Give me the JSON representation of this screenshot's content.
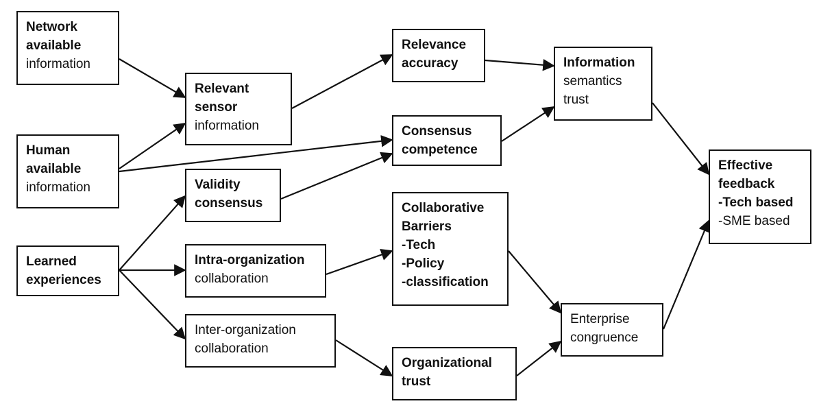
{
  "nodes": {
    "network_info": {
      "lines": [
        {
          "text": "Network",
          "bold": true
        },
        {
          "text": "available",
          "bold": true
        },
        {
          "text": "information",
          "bold": false
        }
      ]
    },
    "human_info": {
      "lines": [
        {
          "text": "Human",
          "bold": true
        },
        {
          "text": "available",
          "bold": true
        },
        {
          "text": "information",
          "bold": false
        }
      ]
    },
    "learned_exp": {
      "lines": [
        {
          "text": "Learned",
          "bold": true
        },
        {
          "text": "experiences",
          "bold": true
        }
      ]
    },
    "relevant_sensor": {
      "lines": [
        {
          "text": "Relevant",
          "bold": true
        },
        {
          "text": "sensor",
          "bold": true
        },
        {
          "text": "information",
          "bold": false
        }
      ]
    },
    "validity": {
      "lines": [
        {
          "text": "Validity",
          "bold": true
        },
        {
          "text": "consensus",
          "bold": true
        }
      ]
    },
    "intra_org": {
      "lines": [
        {
          "text": "Intra-organization",
          "bold": true
        },
        {
          "text": "collaboration",
          "bold": false
        }
      ]
    },
    "inter_org": {
      "lines": [
        {
          "text": "Inter-organization",
          "bold": false
        },
        {
          "text": "collaboration",
          "bold": false
        }
      ]
    },
    "relevance_acc": {
      "lines": [
        {
          "text": "Relevance",
          "bold": true
        },
        {
          "text": "accuracy",
          "bold": true
        }
      ]
    },
    "consensus_comp": {
      "lines": [
        {
          "text": "Consensus",
          "bold": true
        },
        {
          "text": "competence",
          "bold": true
        }
      ]
    },
    "collab_barriers": {
      "lines": [
        {
          "text": "Collaborative",
          "bold": true
        },
        {
          "text": "Barriers",
          "bold": true
        },
        {
          "text": "-Tech",
          "bold": true
        },
        {
          "text": "-Policy",
          "bold": true
        },
        {
          "text": "-classification",
          "bold": true
        }
      ]
    },
    "org_trust": {
      "lines": [
        {
          "text": "Organizational",
          "bold": true
        },
        {
          "text": "trust",
          "bold": true
        }
      ]
    },
    "info_semantics": {
      "lines": [
        {
          "text": "Information",
          "bold": true
        },
        {
          "text": "semantics",
          "bold": false
        },
        {
          "text": "trust",
          "bold": false
        }
      ]
    },
    "enterprise": {
      "lines": [
        {
          "text": "Enterprise",
          "bold": false
        },
        {
          "text": "congruence",
          "bold": false
        }
      ]
    },
    "effective": {
      "lines": [
        {
          "text": "Effective",
          "bold": true
        },
        {
          "text": "feedback",
          "bold": true
        },
        {
          "text": "-Tech based",
          "bold": true
        },
        {
          "text": "-SME based",
          "bold": false
        }
      ]
    }
  },
  "edges": [
    [
      "network_info",
      "relevant_sensor"
    ],
    [
      "human_info",
      "relevant_sensor"
    ],
    [
      "human_info",
      "consensus_comp"
    ],
    [
      "learned_exp",
      "validity"
    ],
    [
      "learned_exp",
      "intra_org"
    ],
    [
      "learned_exp",
      "inter_org"
    ],
    [
      "relevant_sensor",
      "relevance_acc"
    ],
    [
      "validity",
      "consensus_comp"
    ],
    [
      "intra_org",
      "collab_barriers"
    ],
    [
      "inter_org",
      "org_trust"
    ],
    [
      "relevance_acc",
      "info_semantics"
    ],
    [
      "consensus_comp",
      "info_semantics"
    ],
    [
      "collab_barriers",
      "enterprise"
    ],
    [
      "org_trust",
      "enterprise"
    ],
    [
      "info_semantics",
      "effective"
    ],
    [
      "enterprise",
      "effective"
    ]
  ]
}
